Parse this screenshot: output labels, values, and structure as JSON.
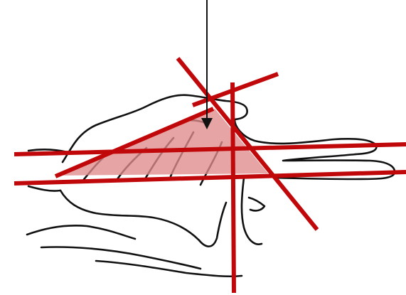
{
  "diagram": {
    "colors": {
      "background": "#ffffff",
      "outline": "#111111",
      "arrow": "#111111",
      "line": "#c0080b",
      "triangle_fill": "#e08a8a",
      "triangle_stroke": "#c0080b"
    },
    "figure": "hand-outline",
    "indicator": "down-arrow",
    "highlight": "shaded-triangle",
    "red_line_count": 6
  }
}
